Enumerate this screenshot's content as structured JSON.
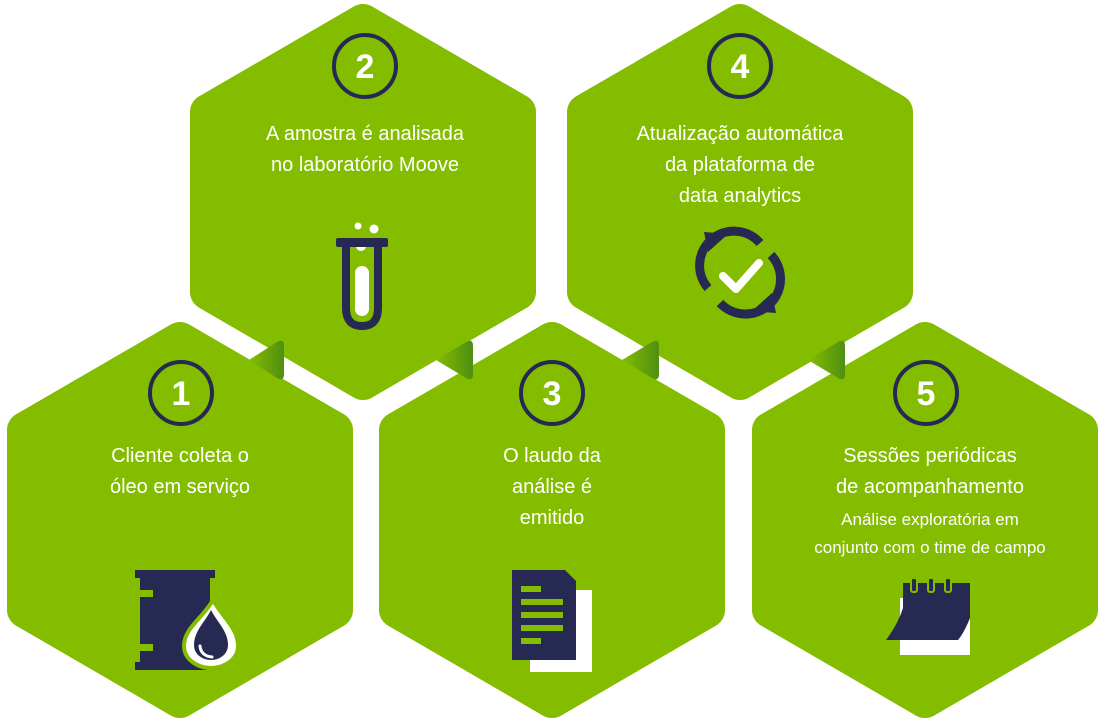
{
  "colors": {
    "green": "#84bd00",
    "green_dark": "#4f8e12",
    "navy": "#262a52",
    "white": "#ffffff"
  },
  "steps": [
    {
      "number": "1",
      "title": "Cliente coleta o\nóleo em serviço",
      "icon": "oil-barrel-drop-icon"
    },
    {
      "number": "2",
      "title": "A amostra é analisada\nno laboratório Moove",
      "icon": "test-tube-icon"
    },
    {
      "number": "3",
      "title": "O laudo da\nanálise é\nemitido",
      "icon": "report-document-icon"
    },
    {
      "number": "4",
      "title": "Atualização automática\nda plataforma de\ndata analytics",
      "icon": "sync-check-icon"
    },
    {
      "number": "5",
      "title": "Sessões periódicas\nde acompanhamento",
      "subtitle": "Análise exploratória em\nconjunto com o time de campo",
      "icon": "calendar-icon"
    }
  ]
}
